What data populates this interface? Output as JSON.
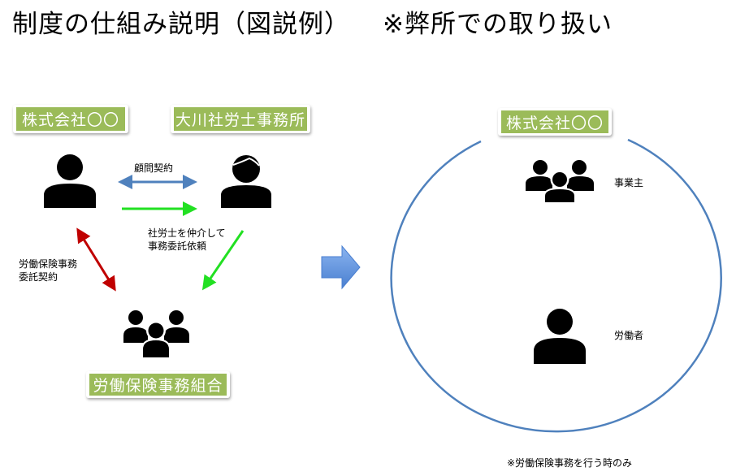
{
  "title": {
    "main": "制度の仕組み説明（図説例）",
    "sub": "※弊所での取り扱い"
  },
  "left_diagram": {
    "company_label": "株式会社〇〇",
    "office_label": "大川社労士事務所",
    "association_label": "労働保険事務組合",
    "advisory_contract": "顧問契約",
    "mediation_text": [
      "社労士を仲介して",
      "事務委託依頼"
    ],
    "labor_insurance_contract": [
      "労働保険事務",
      "委託契約"
    ]
  },
  "right_diagram": {
    "company_label": "株式会社〇〇",
    "employer_label": "事業主",
    "worker_label": "労働者",
    "footnote": "※労働保険事務を行う時のみ"
  },
  "colors": {
    "label_green": "#9bbb59",
    "advisory_arrow": "#4f81bd",
    "request_arrow": "#22e022",
    "insurance_arrow": "#c00000",
    "circle": "#4f81bd",
    "next_arrow": "#5b8fdc"
  }
}
